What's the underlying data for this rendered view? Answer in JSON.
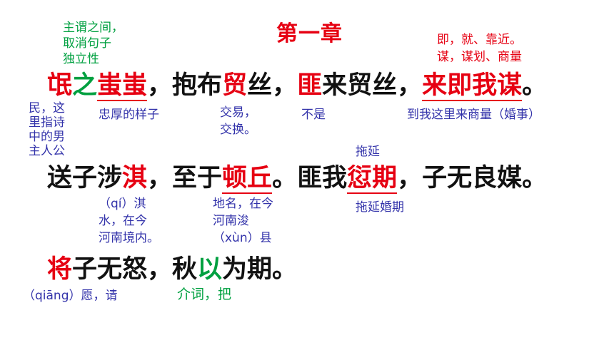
{
  "title": "第一章",
  "notes": {
    "zhi": "主谓之间，\n取消句子\n独立性",
    "ji_mou": "即，就、靠近。\n谋，谋划、商量",
    "min": "民，这\n里指诗\n中的男\n主人公",
    "chichi": "忠厚的样子",
    "mao": "交易，\n交换。",
    "fei": "不是",
    "laimou": "到我这里来商量（婚事）",
    "qian_top": "拖延",
    "qi": "（qí）淇\n水，在今\n河南境内。",
    "dunqiu": "地名，在今\n河南浚\n（xùn）县",
    "qian_bottom": "拖延婚期",
    "qiang": "（qiāng）愿，请",
    "yi": "介词，把"
  },
  "line1": {
    "c1": "氓",
    "c2": "之",
    "c3": "蚩蚩",
    "c4": "，抱布",
    "c5": "贸",
    "c6": "丝，",
    "c7": "匪",
    "c8": "来贸丝，",
    "c9": "来即我谋",
    "c10": "。"
  },
  "line2": {
    "c1": "送子涉",
    "c2": "淇",
    "c3": "，至于",
    "c4": "顿丘",
    "c5": "。匪我",
    "c6": "愆期",
    "c7": "，子无良媒。"
  },
  "line3": {
    "c1": "将",
    "c2": "子无怒，秋",
    "c3": "以",
    "c4": "为期。"
  }
}
